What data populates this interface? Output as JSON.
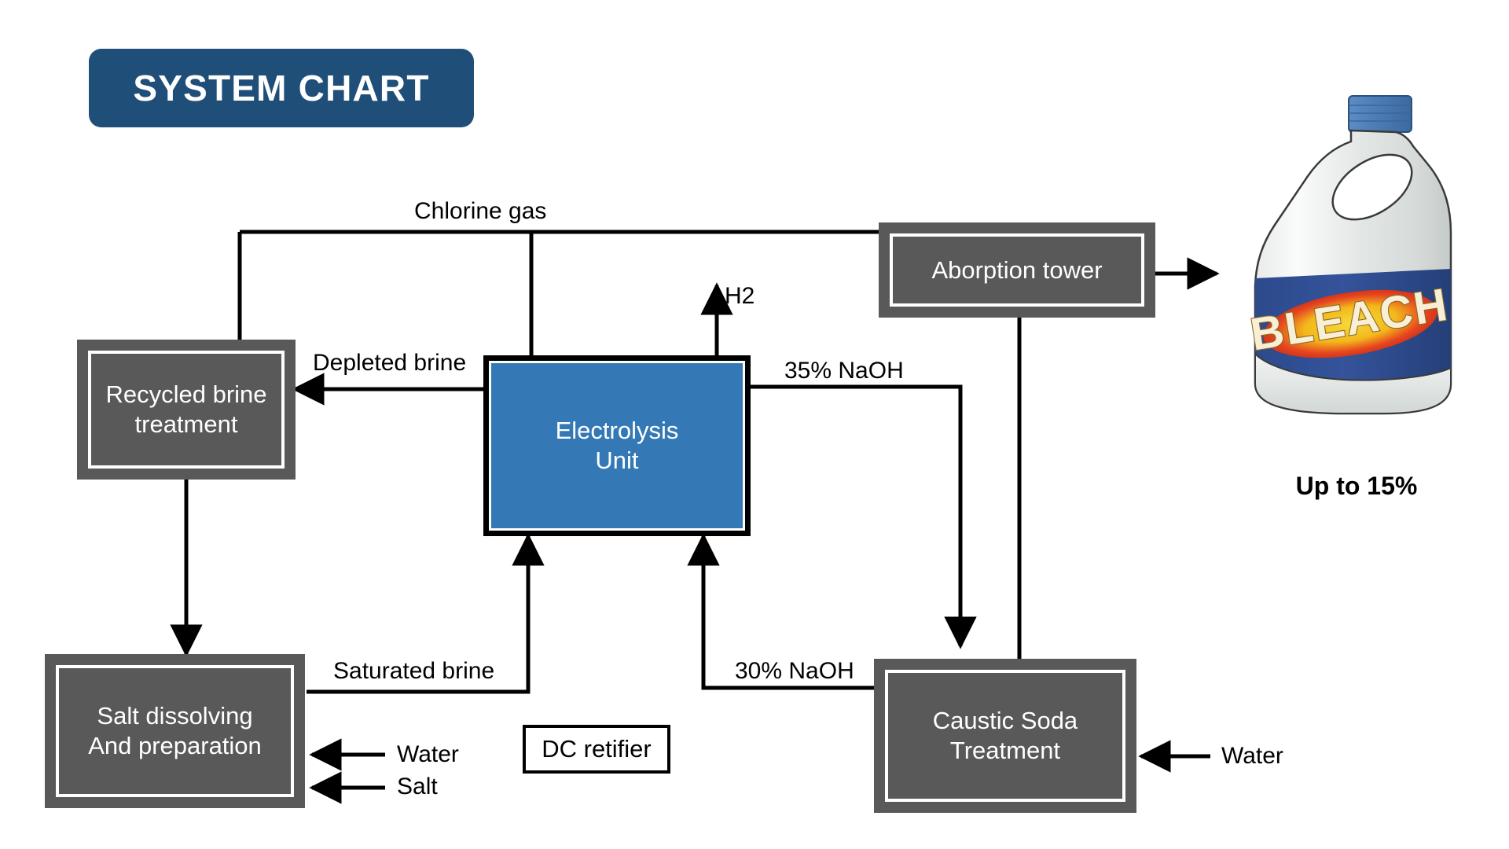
{
  "title": {
    "text": "SYSTEM CHART",
    "badge_color": "#1F4E79",
    "text_color": "#FFFFFF"
  },
  "colors": {
    "process_gray": "#595959",
    "electrolysis_blue": "#3479B5",
    "line_black": "#000000",
    "bottle_label_blue": "#2F4B8E",
    "bottle_cap_blue": "#4A7CB8",
    "bleach_text_cream": "#F7ECD2",
    "bleach_oval_red": "#E23A26",
    "bleach_oval_yellow": "#F5C21B"
  },
  "nodes": [
    {
      "id": "recycled-brine-treatment",
      "label": "Recycled brine\ntreatment",
      "line1": "Recycled brine",
      "line2": "treatment",
      "style": "gray"
    },
    {
      "id": "electrolysis-unit",
      "label": "Electrolysis\nUnit",
      "line1": "Electrolysis",
      "line2": "Unit",
      "style": "blue"
    },
    {
      "id": "aborption-tower",
      "label": "Aborption tower",
      "line1": "Aborption tower",
      "line2": "",
      "style": "gray"
    },
    {
      "id": "salt-dissolving-and-preparation",
      "label": "Salt dissolving\nAnd preparation",
      "line1": "Salt dissolving",
      "line2": "And preparation",
      "style": "gray"
    },
    {
      "id": "caustic-soda-treatment",
      "label": "Caustic Soda\nTreatment",
      "line1": "Caustic Soda",
      "line2": "Treatment",
      "style": "gray"
    },
    {
      "id": "dc-retifier",
      "label": "DC retifier",
      "line1": "DC retifier",
      "line2": "",
      "style": "plain"
    }
  ],
  "flow_labels": {
    "chlorine_gas": "Chlorine gas",
    "h2": "H2",
    "depleted_brine": "Depleted brine",
    "naoh_35": "35% NaOH",
    "naoh_30": "30% NaOH",
    "saturated_brine": "Saturated brine",
    "water_left": "Water",
    "salt_left": "Salt",
    "water_right": "Water"
  },
  "product": {
    "bottle_label": "BLEACH",
    "caption": "Up to 15%"
  },
  "chart_data": {
    "type": "diagram",
    "title": "SYSTEM CHART",
    "subtype": "process-flow",
    "nodes": [
      {
        "id": "salt-dissolving-and-preparation",
        "label": "Salt dissolving And preparation"
      },
      {
        "id": "recycled-brine-treatment",
        "label": "Recycled brine treatment"
      },
      {
        "id": "electrolysis-unit",
        "label": "Electrolysis Unit"
      },
      {
        "id": "aborption-tower",
        "label": "Aborption tower"
      },
      {
        "id": "caustic-soda-treatment",
        "label": "Caustic Soda Treatment"
      },
      {
        "id": "dc-retifier",
        "label": "DC retifier"
      },
      {
        "id": "bleach-product",
        "label": "BLEACH — Up to 15%"
      }
    ],
    "edges": [
      {
        "from": "electrolysis-unit",
        "to": "aborption-tower",
        "label": "Chlorine gas"
      },
      {
        "from": "electrolysis-unit",
        "to": "recycled-brine-treatment",
        "label": "Chlorine gas"
      },
      {
        "from": "electrolysis-unit",
        "to": "recycled-brine-treatment",
        "label": "Depleted brine"
      },
      {
        "from": "electrolysis-unit",
        "to": "",
        "label": "H2"
      },
      {
        "from": "electrolysis-unit",
        "to": "caustic-soda-treatment",
        "label": "35% NaOH"
      },
      {
        "from": "caustic-soda-treatment",
        "to": "electrolysis-unit",
        "label": "30% NaOH"
      },
      {
        "from": "salt-dissolving-and-preparation",
        "to": "electrolysis-unit",
        "label": "Saturated brine"
      },
      {
        "from": "recycled-brine-treatment",
        "to": "salt-dissolving-and-preparation",
        "label": ""
      },
      {
        "from": "caustic-soda-treatment",
        "to": "aborption-tower",
        "label": ""
      },
      {
        "from": "aborption-tower",
        "to": "bleach-product",
        "label": ""
      },
      {
        "from": "",
        "to": "salt-dissolving-and-preparation",
        "label": "Water"
      },
      {
        "from": "",
        "to": "salt-dissolving-and-preparation",
        "label": "Salt"
      },
      {
        "from": "",
        "to": "caustic-soda-treatment",
        "label": "Water"
      }
    ]
  }
}
